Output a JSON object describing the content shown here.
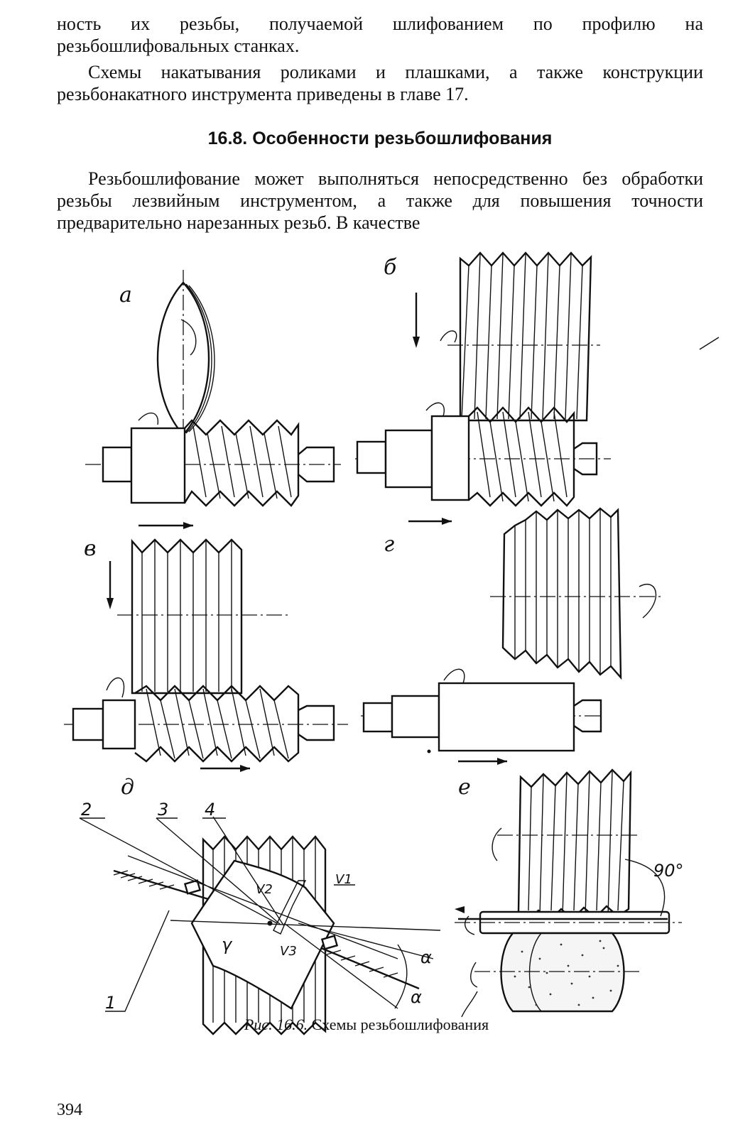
{
  "text": {
    "p1": "ность их резьбы, получаемой шлифованием по профилю на резьбошлифовальных станках.",
    "p2": "Схемы накатывания роликами и плашками, а также конструкции резьбонакатного инструмента приведены в главе 17.",
    "heading": "16.8. Особенности резьбошлифования",
    "p3": "Резьбошлифование может выполняться непосредственно без обработки резьбы лезвийным инструментом, а также для повышения точности предварительно нарезанных резьб. В качестве"
  },
  "figure": {
    "labels": {
      "a": "а",
      "b": "б",
      "v": "в",
      "g": "г",
      "d": "д",
      "e": "е"
    },
    "numbers": {
      "n1": "1",
      "n2": "2",
      "n3": "3",
      "n4": "4"
    },
    "vectors": {
      "v1": "V1",
      "v2": "V2",
      "v3": "V3"
    },
    "greek": {
      "gamma": "γ",
      "alpha1": "α",
      "alpha2": "α"
    },
    "angle": "90°"
  },
  "caption": {
    "prefix": "Рис. 16.6.",
    "text": "Схемы резьбошлифования"
  },
  "page_number": "394"
}
